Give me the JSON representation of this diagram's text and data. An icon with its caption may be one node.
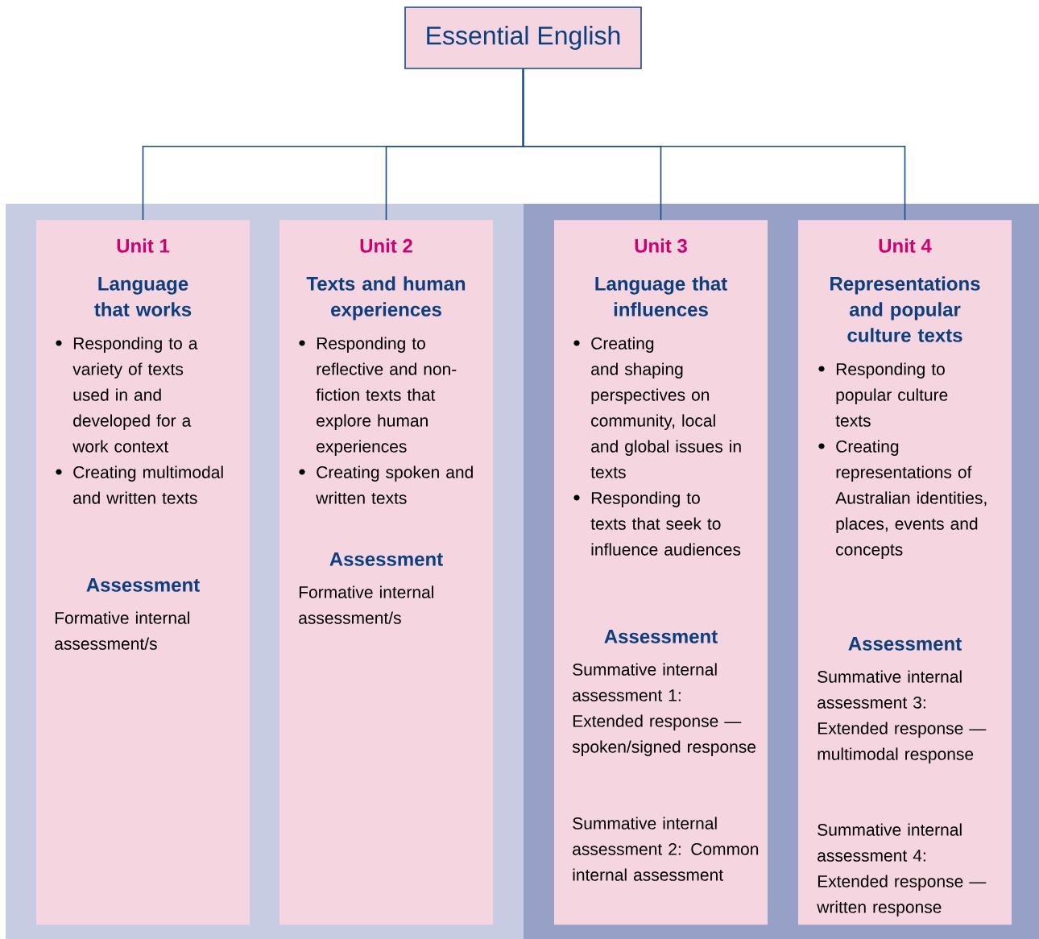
{
  "diagram": {
    "nodes": [
      {
        "text": [
          "Essential English"
        ]
      },
      {
        "text": [
          "Unit 1",
          "Language that works",
          "Responding to a variety of texts used in and developed for a work context",
          "Creating multimodal and written texts",
          "Assessment",
          "Formative internal assessment/s"
        ]
      },
      {
        "text": [
          "Unit 2",
          "Texts and human experiences",
          "Responding to reflective and non-fiction texts that explore human experiences",
          "Creating spoken and written texts",
          "Assessment",
          "Formative internal assessment/s"
        ]
      },
      {
        "text": [
          "Unit 3",
          "Language that influences",
          "Creating and shaping perspectives on community, local and global issues in texts",
          "Responding to texts that seek to influence audiences",
          "Assessment",
          "Summative internal assessment 1: Extended response — spoken/signed response",
          "Summative internal assessment 2: Common internal assessment"
        ]
      },
      {
        "text": [
          "Unit 4",
          "Representations and popular culture texts",
          "Responding to popular culture texts",
          "Creating representations of Australian identities, places, events and concepts",
          "Assessment",
          "Summative internal assessment 3: Extended response — multimodal response",
          "Summative internal assessment 4: Extended response — written response"
        ]
      }
    ],
    "edges": [
      {
        "from": 0,
        "to": 1,
        "arrow": "none"
      },
      {
        "from": 0,
        "to": 2,
        "arrow": "none"
      },
      {
        "from": 0,
        "to": 3,
        "arrow": "none"
      },
      {
        "from": 0,
        "to": 4,
        "arrow": "none"
      }
    ]
  }
}
